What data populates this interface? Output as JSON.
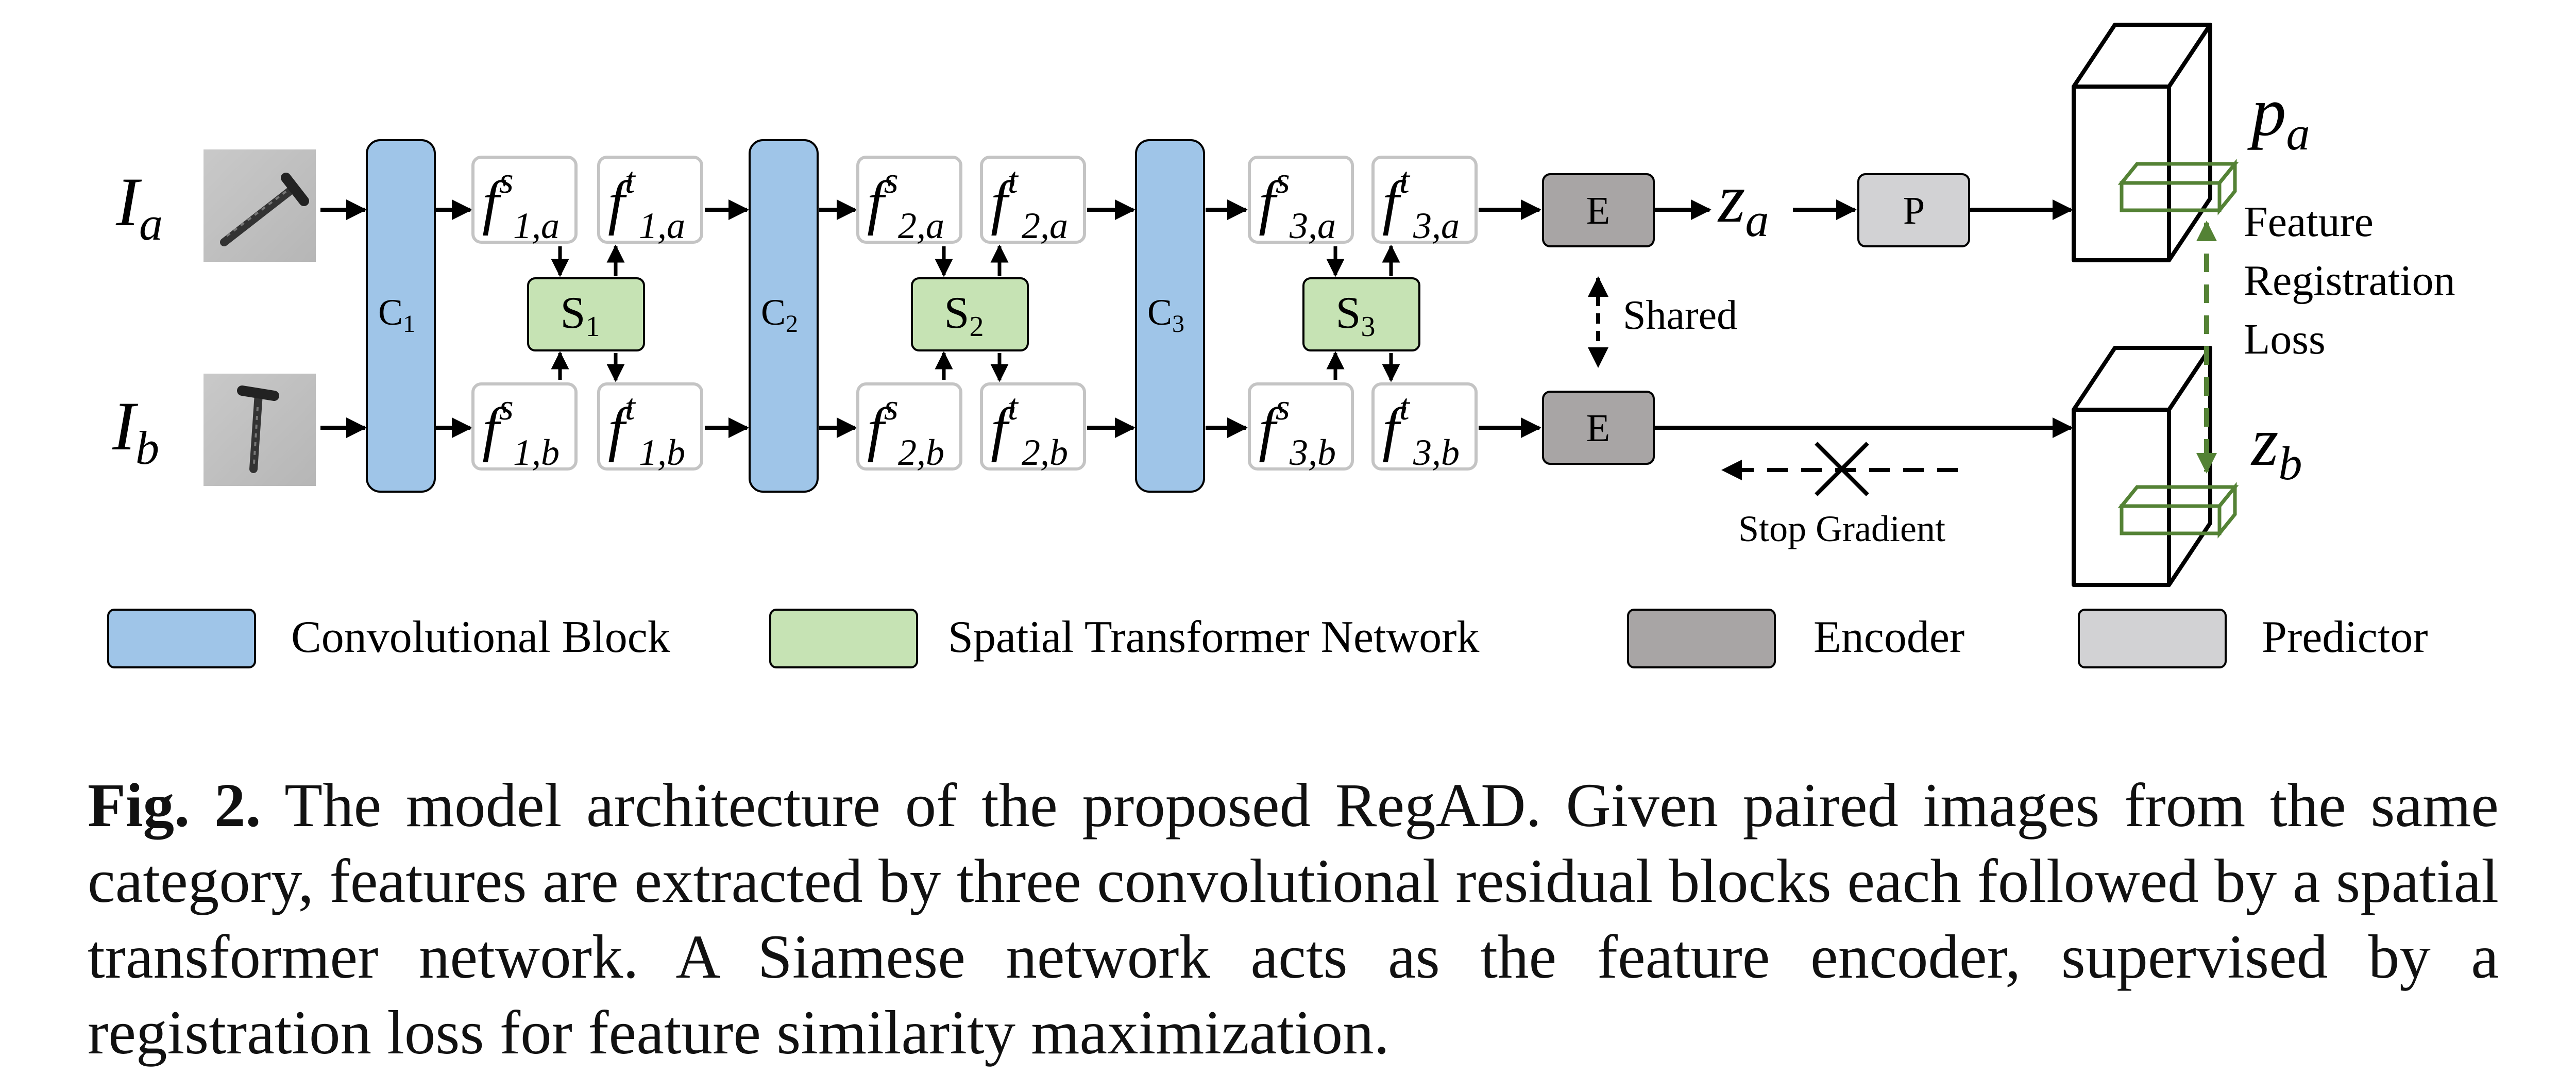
{
  "inputs": {
    "top": {
      "base": "I",
      "sub": "a"
    },
    "bottom": {
      "base": "I",
      "sub": "b"
    }
  },
  "conv_blocks": [
    {
      "base": "C",
      "sub": "1"
    },
    {
      "base": "C",
      "sub": "2"
    },
    {
      "base": "C",
      "sub": "3"
    }
  ],
  "stn_blocks": [
    {
      "base": "S",
      "sub": "1"
    },
    {
      "base": "S",
      "sub": "2"
    },
    {
      "base": "S",
      "sub": "3"
    }
  ],
  "features": [
    {
      "top_s": {
        "sup": "s",
        "sub": "1,a"
      },
      "top_t": {
        "sup": "t",
        "sub": "1,a"
      },
      "bot_s": {
        "sup": "s",
        "sub": "1,b"
      },
      "bot_t": {
        "sup": "t",
        "sub": "1,b"
      }
    },
    {
      "top_s": {
        "sup": "s",
        "sub": "2,a"
      },
      "top_t": {
        "sup": "t",
        "sub": "2,a"
      },
      "bot_s": {
        "sup": "s",
        "sub": "2,b"
      },
      "bot_t": {
        "sup": "t",
        "sub": "2,b"
      }
    },
    {
      "top_s": {
        "sup": "s",
        "sub": "3,a"
      },
      "top_t": {
        "sup": "t",
        "sub": "3,a"
      },
      "bot_s": {
        "sup": "s",
        "sub": "3,b"
      },
      "bot_t": {
        "sup": "t",
        "sub": "3,b"
      }
    }
  ],
  "feature_base": "f",
  "encoder_label": "E",
  "predictor_label": "P",
  "shared_label": "Shared",
  "z_a": {
    "base": "z",
    "sub": "a"
  },
  "z_b": {
    "base": "z",
    "sub": "b"
  },
  "p_a": {
    "base": "p",
    "sub": "a"
  },
  "loss_label": [
    "Feature",
    "Registration",
    "Loss"
  ],
  "stop_gradient_label": "Stop Gradient",
  "legend": [
    {
      "label": "Convolutional Block",
      "color": "#9fc5e8"
    },
    {
      "label": "Spatial Transformer Network",
      "color": "#c6e3b4"
    },
    {
      "label": "Encoder",
      "color": "#a8a5a5"
    },
    {
      "label": "Predictor",
      "color": "#d2d2d4"
    }
  ],
  "colors": {
    "conv": "#9fc5e8",
    "stn": "#c6e3b4",
    "encoder": "#a8a5a5",
    "predictor": "#d2d2d4",
    "feature_box_border": "#c4c4c4",
    "loss_green": "#548235"
  },
  "caption": {
    "label": "Fig. 2.",
    "text": "The model architecture of the proposed RegAD. Given paired images from the same category, features are extracted by three convolutional residual blocks each followed by a spatial transformer network. A Siamese network acts as the feature encoder, supervised by a registration loss for feature similarity maximization."
  }
}
